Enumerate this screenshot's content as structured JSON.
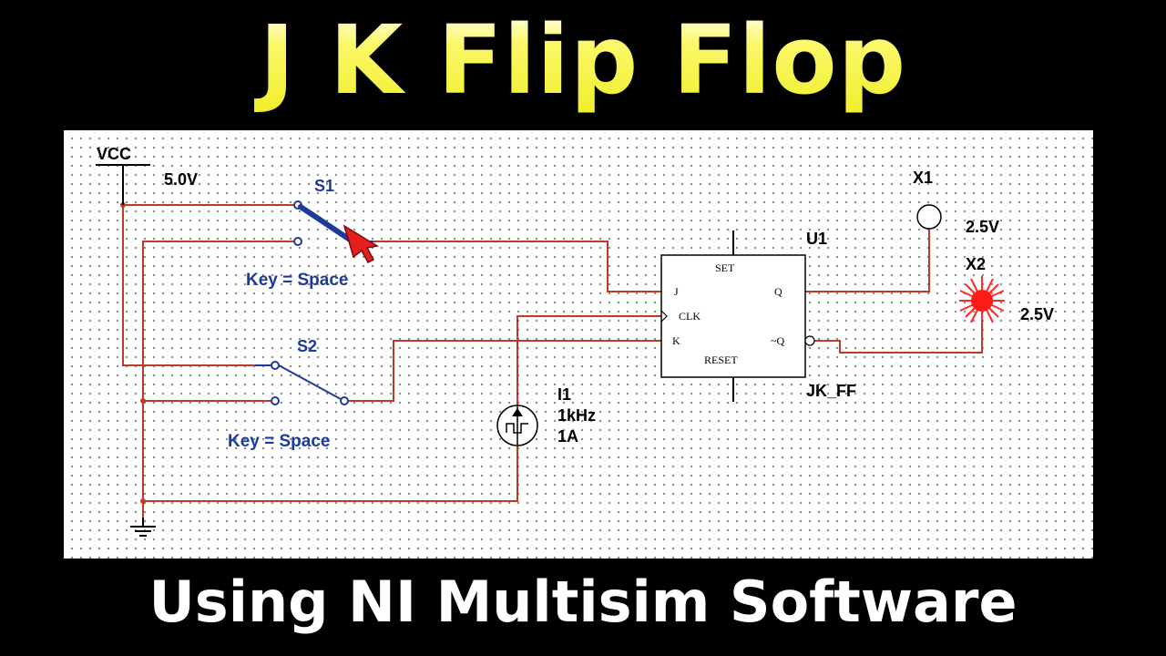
{
  "title": "J K Flip Flop",
  "subtitle": "Using NI Multisim Software",
  "schematic": {
    "vcc_label": "VCC",
    "vcc_voltage": "5.0V",
    "switch1": {
      "name": "S1",
      "key": "Key = Space"
    },
    "switch2": {
      "name": "S2",
      "key": "Key = Space"
    },
    "flipflop": {
      "ref": "U1",
      "model": "JK_FF",
      "pins": {
        "set": "SET",
        "j": "J",
        "clk": "CLK",
        "k": "K",
        "q": "Q",
        "qbar": "~Q",
        "reset": "RESET"
      }
    },
    "probe1": {
      "name": "X1",
      "voltage": "2.5V"
    },
    "probe2": {
      "name": "X2",
      "voltage": "2.5V"
    },
    "clock_source": {
      "name": "I1",
      "frequency": "1kHz",
      "amplitude": "1A"
    }
  },
  "colors": {
    "wire": "#c0392b",
    "label_blue": "#1e3a9a",
    "title_yellow": "#f6f74e",
    "probe_lit": "#ff0000"
  }
}
